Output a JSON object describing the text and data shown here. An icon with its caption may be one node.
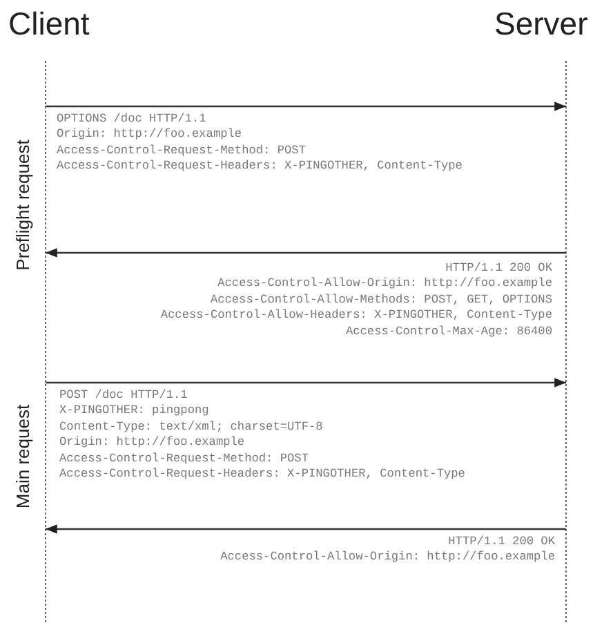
{
  "diagram": {
    "nodes": [
      {
        "text": [
          "Client"
        ]
      },
      {
        "text": [
          "Server"
        ]
      }
    ],
    "edges": [
      {
        "from": 0,
        "to": 1,
        "arrow": "to"
      },
      {
        "from": 1,
        "to": 0,
        "arrow": "to"
      },
      {
        "from": 0,
        "to": 1,
        "arrow": "to"
      },
      {
        "from": 1,
        "to": 0,
        "arrow": "to"
      }
    ],
    "labels": [
      "Preflight request",
      "OPTIONS /doc HTTP/1.1",
      "Origin: http://foo.example",
      "Access-Control-Request-Method: POST",
      "Access-Control-Request-Headers: X-PINGOTHER, Content-Type",
      "HTTP/1.1 200 OK",
      "Access-Control-Allow-Origin: http://foo.example",
      "Access-Control-Allow-Methods: POST, GET, OPTIONS",
      "Access-Control-Allow-Headers: X-PINGOTHER, Content-Type",
      "Access-Control-Max-Age: 86400",
      "Main request",
      "POST /doc HTTP/1.1",
      "X-PINGOTHER: pingpong",
      "Content-Type: text/xml; charset=UTF-8",
      "Origin: http://foo.example",
      "Access-Control-Request-Method: POST",
      "Access-Control-Request-Headers: X-PINGOTHER, Content-Type",
      "HTTP/1.1 200 OK",
      "Access-Control-Allow-Origin: http://foo.example"
    ]
  }
}
